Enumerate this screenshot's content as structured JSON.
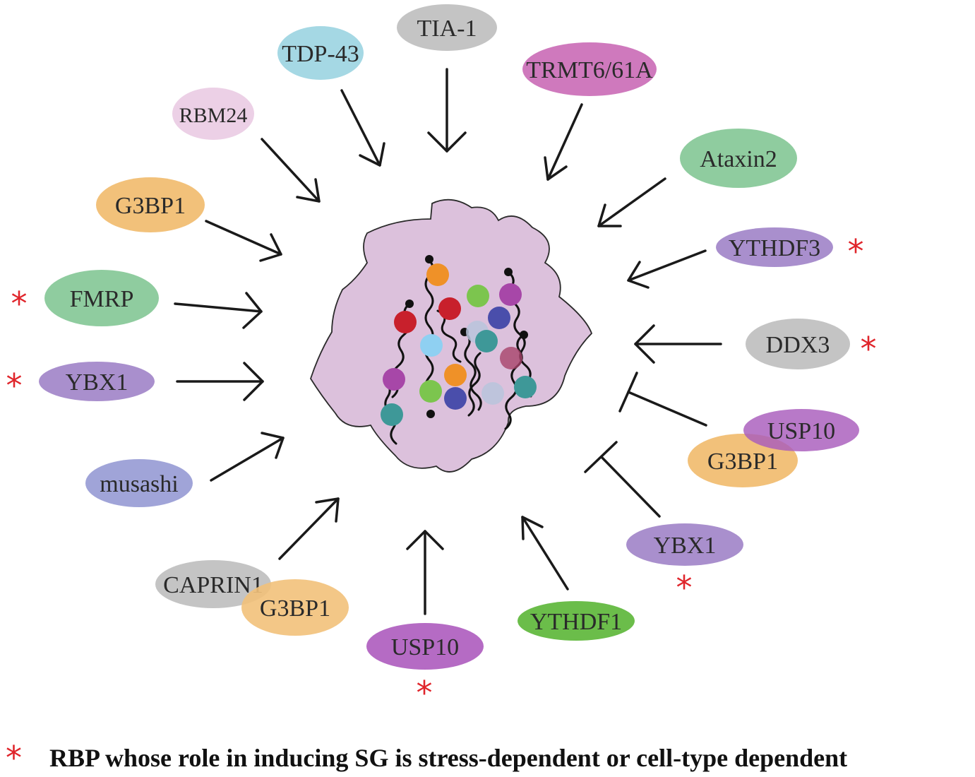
{
  "colors": {
    "granule_fill": "#dcc1dc",
    "star": "#e0252b",
    "gray": "#c4c4c4",
    "cyan": "#a5d8e4",
    "magenta": "#cf79bd",
    "pink": "#ecd0e6",
    "green": "#8fcc9f",
    "orange": "#f2c17a",
    "purple": "#a98fcd",
    "violet": "#b56bc4",
    "blue_purple": "#a0a4d8",
    "bright_green": "#6bbd4a"
  },
  "proteins": {
    "tia1": "TIA-1",
    "tdp43": "TDP-43",
    "trmt": "TRMT6/61A",
    "rbm24": "RBM24",
    "ataxin2": "Ataxin2",
    "g3bp1_left": "G3BP1",
    "ythdf3": "YTHDF3",
    "fmrp": "FMRP",
    "ddx3": "DDX3",
    "ybx1_left": "YBX1",
    "usp10_right": "USP10",
    "g3bp1_right": "G3BP1",
    "musashi": "musashi",
    "ybx1_right": "YBX1",
    "caprin1": "CAPRIN1",
    "g3bp1_bottom": "G3BP1",
    "ythdf1": "YTHDF1",
    "usp10_bottom": "USP10"
  },
  "star_symbol": "*",
  "legend": {
    "symbol": "*",
    "text": "RBP whose role in inducing SG is stress-dependent or cell-type dependent"
  }
}
